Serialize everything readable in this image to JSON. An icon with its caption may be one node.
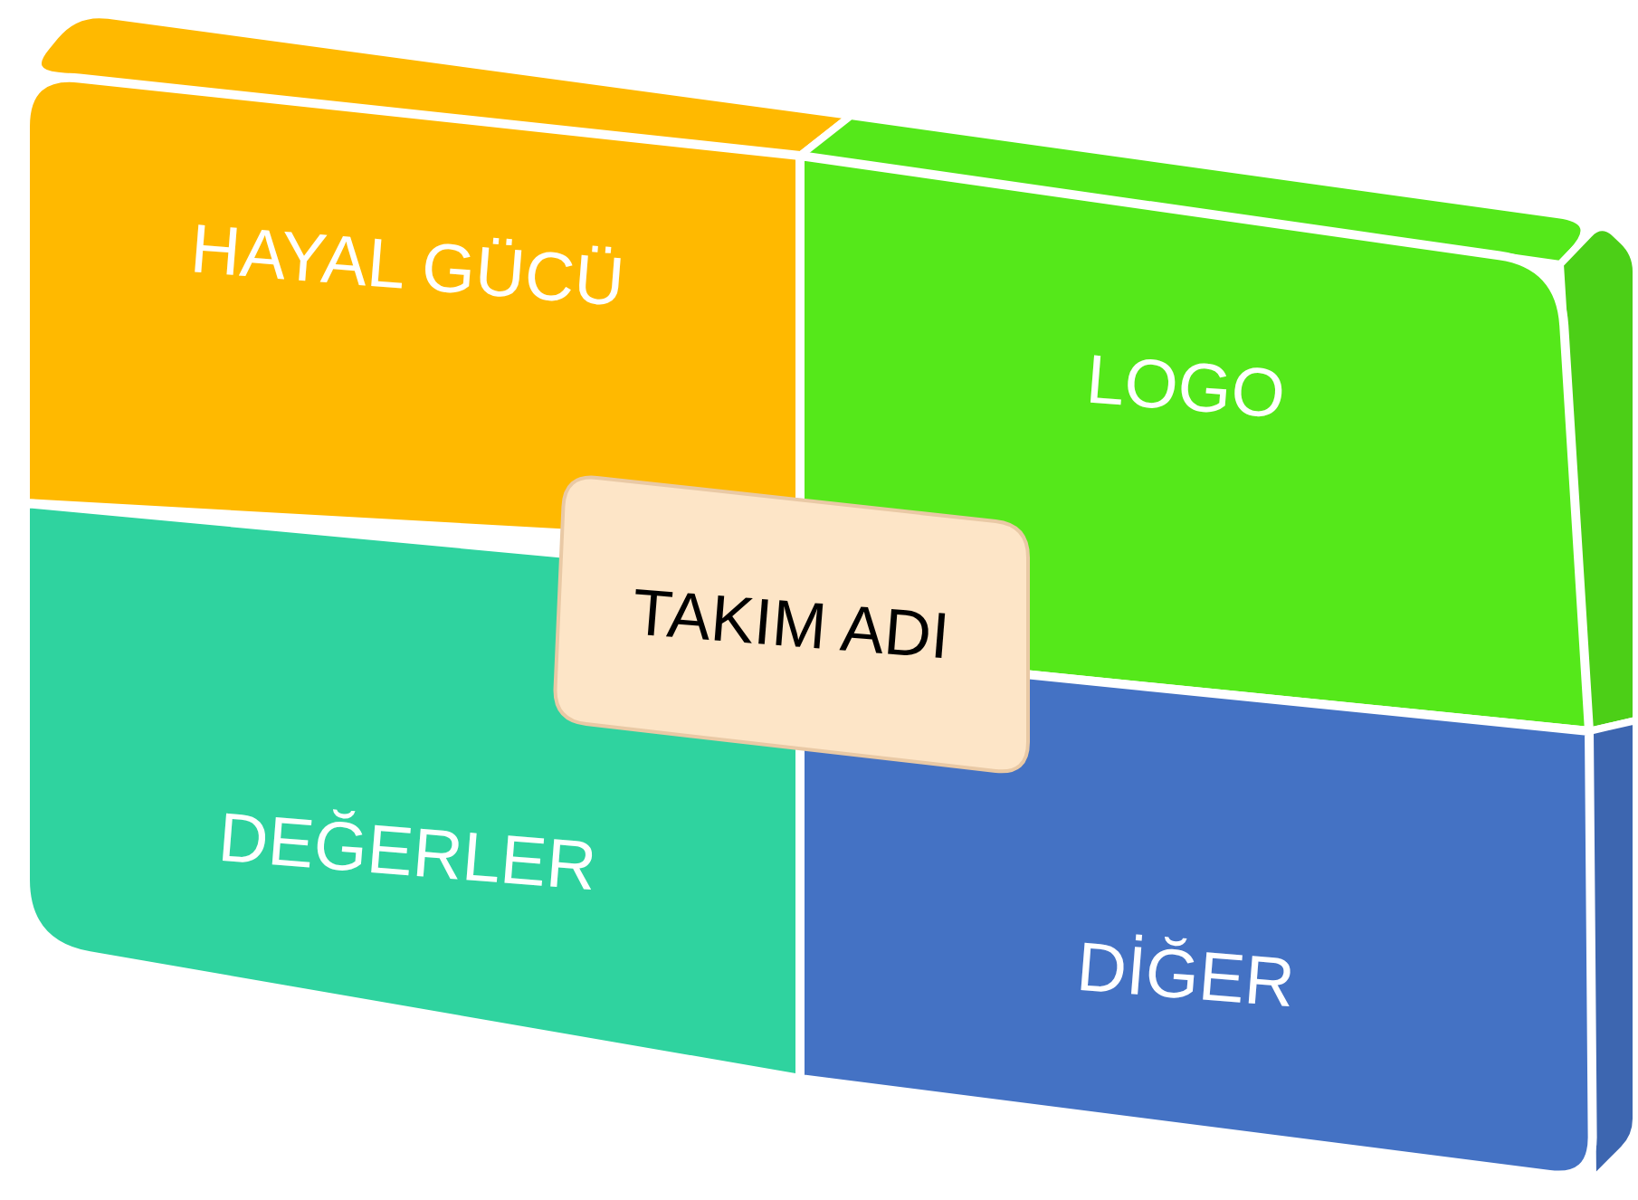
{
  "diagram": {
    "nodes": [
      {
        "text": [
          "HAYAL GÜCÜ"
        ]
      },
      {
        "text": [
          "LOGO"
        ]
      },
      {
        "text": [
          "TAKIM ADI"
        ]
      },
      {
        "text": [
          "DEĞERLER"
        ]
      },
      {
        "text": [
          "DİĞER"
        ]
      }
    ]
  }
}
